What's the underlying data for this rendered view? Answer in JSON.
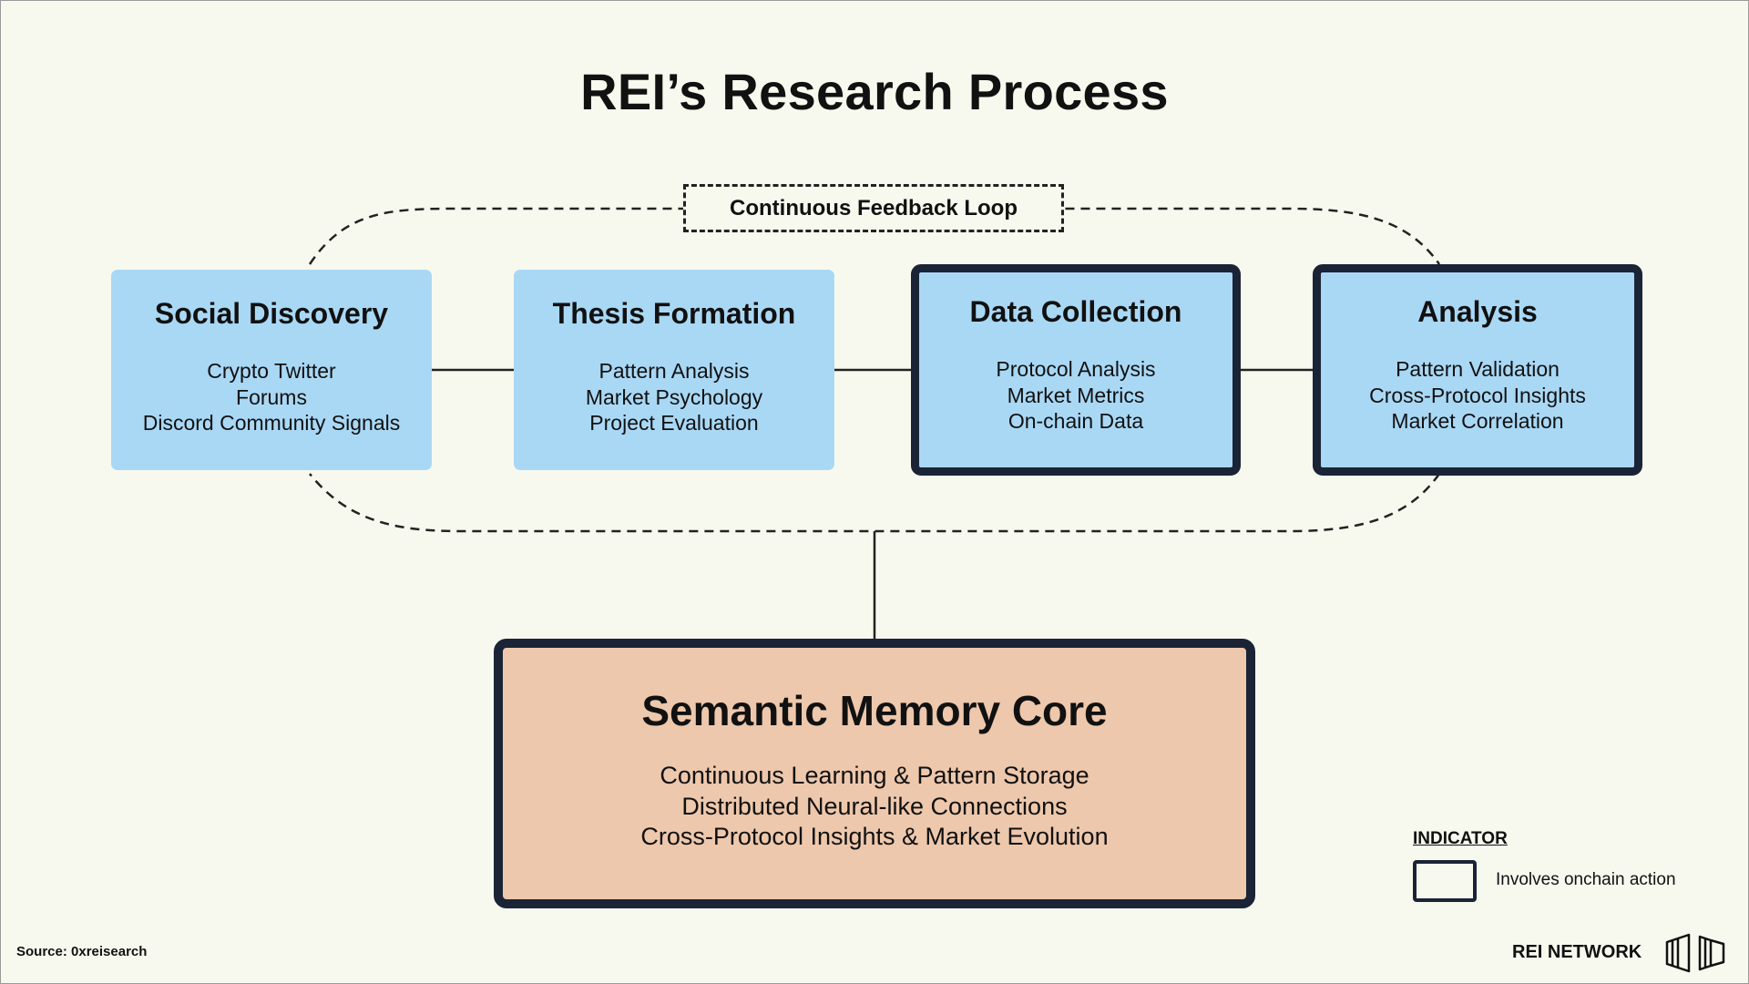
{
  "title": "REI’s Research Process",
  "loop_label": "Continuous Feedback Loop",
  "stages": [
    {
      "title": "Social Discovery",
      "items": [
        "Crypto Twitter",
        "Forums",
        "Discord Community Signals"
      ],
      "onchain": false
    },
    {
      "title": "Thesis Formation",
      "items": [
        "Pattern Analysis",
        "Market Psychology",
        "Project Evaluation"
      ],
      "onchain": false
    },
    {
      "title": "Data Collection",
      "items": [
        "Protocol Analysis",
        "Market Metrics",
        "On-chain Data"
      ],
      "onchain": true
    },
    {
      "title": "Analysis",
      "items": [
        "Pattern Validation",
        "Cross-Protocol Insights",
        "Market Correlation"
      ],
      "onchain": true
    }
  ],
  "core": {
    "title": "Semantic Memory Core",
    "items": [
      "Continuous Learning & Pattern Storage",
      "Distributed Neural-like Connections",
      "Cross-Protocol Insights & Market Evolution"
    ]
  },
  "indicator": {
    "title": "INDICATOR",
    "label": "Involves onchain action"
  },
  "source": "Source: 0xreisearch",
  "brand": "REI NETWORK",
  "colors": {
    "stage_fill": "#a9d8f5",
    "core_fill": "#eec8ac",
    "border": "#1a2436",
    "background": "#f8f9ee"
  }
}
